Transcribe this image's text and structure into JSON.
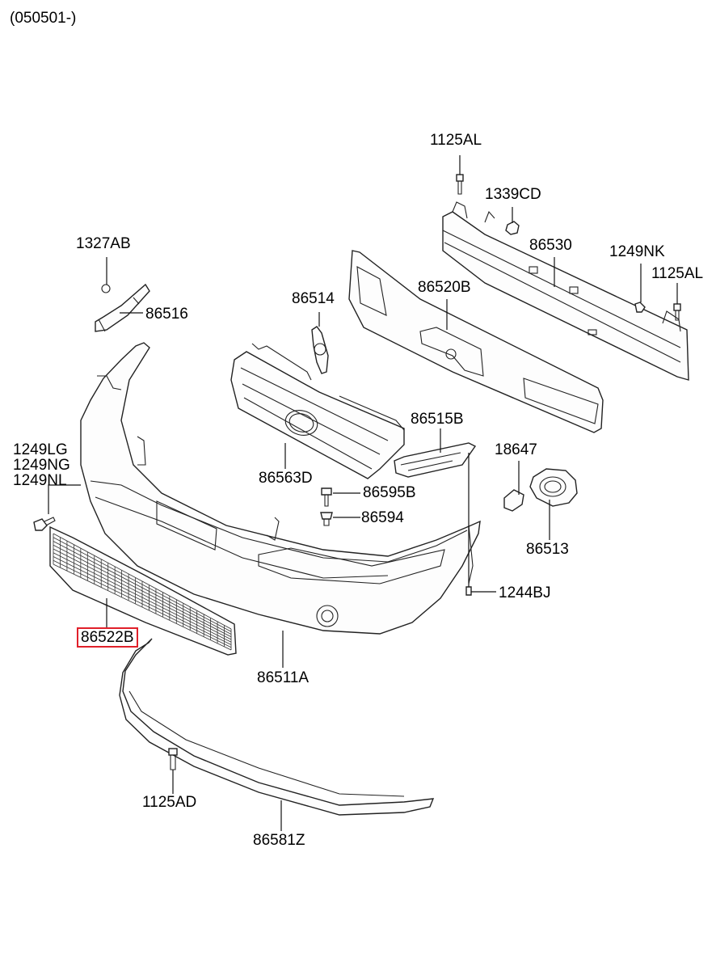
{
  "header": {
    "code": "(050501-)"
  },
  "labels": {
    "p1125AL_top": "1125AL",
    "p1339CD": "1339CD",
    "p86530": "86530",
    "p1249NK": "1249NK",
    "p1125AL_right": "1125AL",
    "p1327AB": "1327AB",
    "p86516": "86516",
    "p86514": "86514",
    "p86520B": "86520B",
    "p86515B": "86515B",
    "p1249LG": "1249LG",
    "p1249NG": "1249NG",
    "p1249NL": "1249NL",
    "p86563D": "86563D",
    "p18647": "18647",
    "p86595B": "86595B",
    "p86594": "86594",
    "p86513": "86513",
    "p1244BJ": "1244BJ",
    "p86522B": "86522B",
    "p86511A": "86511A",
    "p1125AD": "1125AD",
    "p86581Z": "86581Z"
  },
  "highlight": {
    "color": "#e0202a",
    "part": "86522B"
  }
}
